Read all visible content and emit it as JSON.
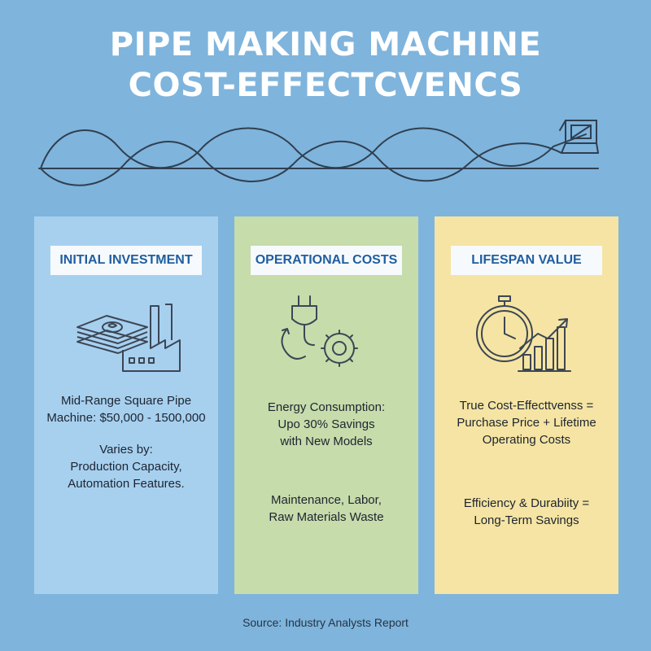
{
  "title": {
    "line1": "PIPE MAKING MACHINE",
    "line2": "COST-EFFECTCVENCS"
  },
  "panels": [
    {
      "heading": "INITIAL INVESTMENT",
      "icon": "money-factory-icon",
      "text_a": [
        "Mid-Range Square Pipe",
        "Machine: $50,000 - 1500,000"
      ],
      "text_b": [
        "Varies by:",
        "Production Capacity,",
        "Automation Features."
      ]
    },
    {
      "heading": "OPERATIONAL COSTS",
      "icon": "plug-gear-icon",
      "text_a": [
        "Energy Consumption:",
        "Upo 30% Savings",
        "with New Models"
      ],
      "text_b": [
        "Maintenance, Labor,",
        "Raw Materials Waste"
      ]
    },
    {
      "heading": "LIFESPAN VALUE",
      "icon": "stopwatch-growth-icon",
      "text_a": [
        "True Cost-Effecttvenss =",
        "Purchase Price + Lifetime",
        "Operating Costs"
      ],
      "text_b": [
        "Efficiency & Durabiity =",
        "Long-Term Savings"
      ]
    }
  ],
  "source": "Source: Industry Analysts Report",
  "colors": {
    "background": "#7fb4dc",
    "panel_1": "#a7d0ef",
    "panel_2": "#c6dcab",
    "panel_3": "#f5e4a3",
    "heading_text": "#1f5ea0",
    "icon_stroke": "#3c4654"
  }
}
